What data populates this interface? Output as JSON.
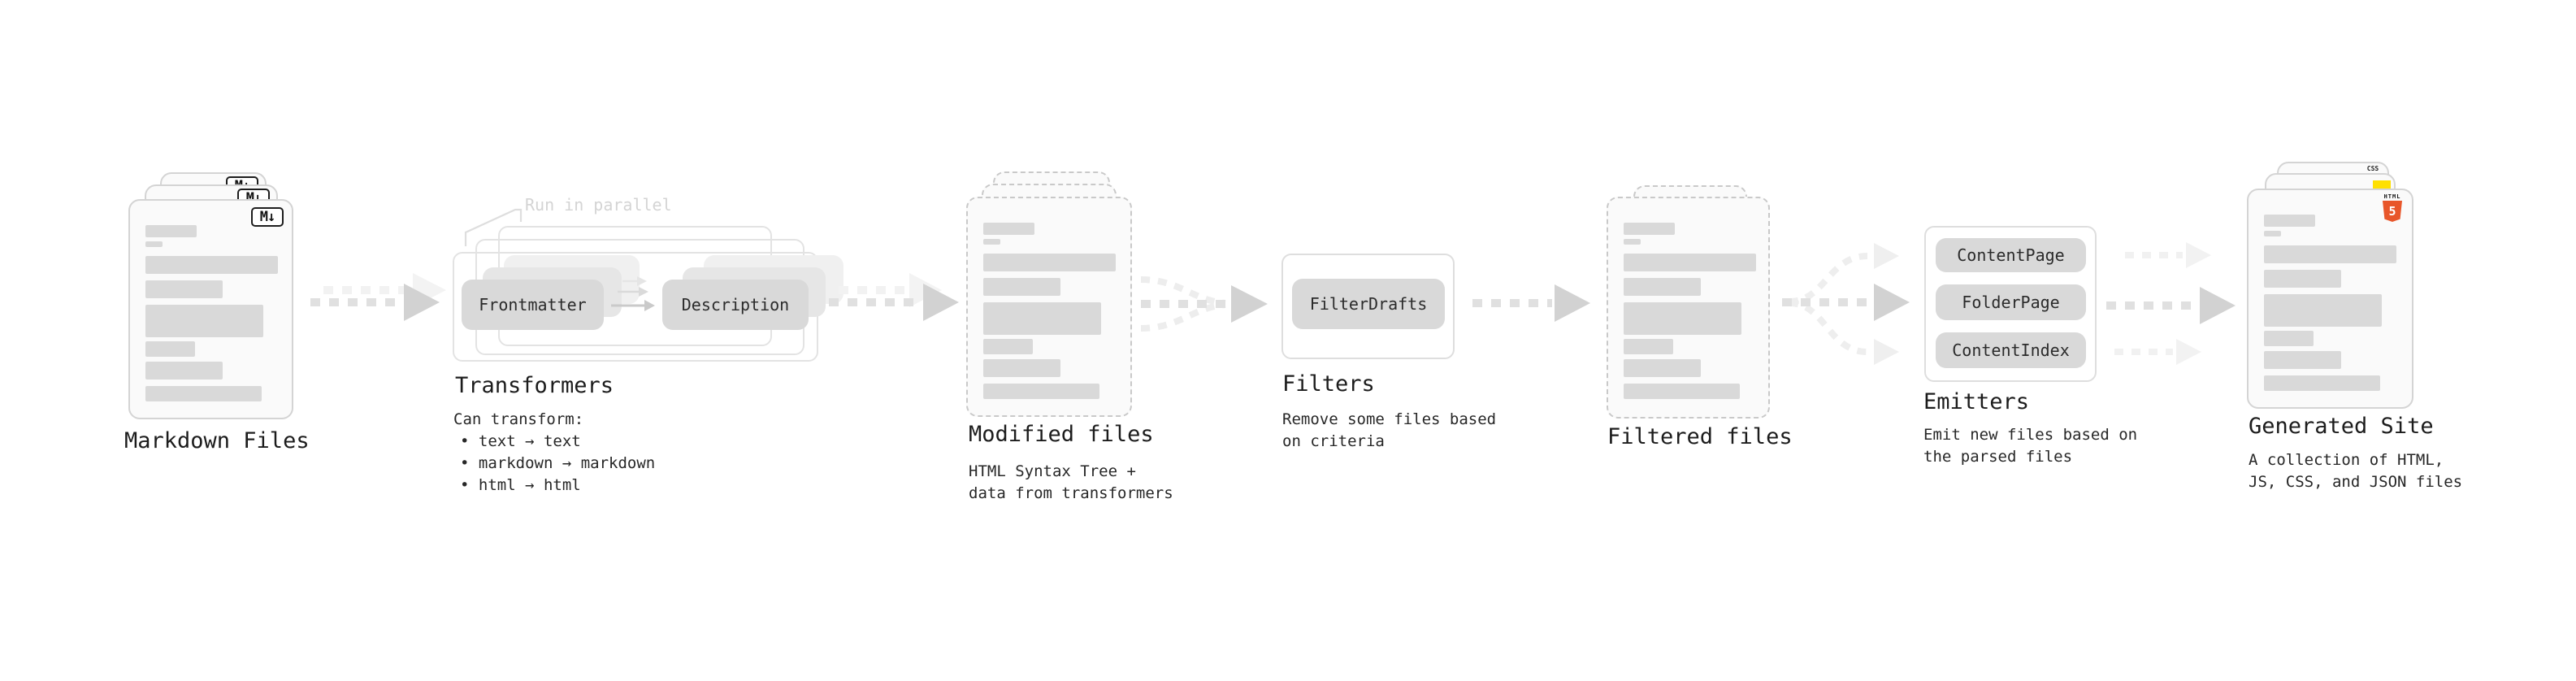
{
  "diagram": {
    "markdown_files": {
      "label": "Markdown Files",
      "badge": "M↓"
    },
    "transformers": {
      "label": "Transformers",
      "note": "Run in parallel",
      "pills": [
        "Frontmatter",
        "Description"
      ],
      "desc_title": "Can transform:",
      "bullets": [
        "• text → text",
        "• markdown → markdown",
        "• html → html"
      ]
    },
    "modified_files": {
      "label": "Modified files",
      "desc": "HTML Syntax Tree +\ndata from transformers"
    },
    "filters": {
      "label": "Filters",
      "pill": "FilterDrafts",
      "desc": "Remove some files based\non criteria"
    },
    "filtered_files": {
      "label": "Filtered files"
    },
    "emitters": {
      "label": "Emitters",
      "pills": [
        "ContentPage",
        "FolderPage",
        "ContentIndex"
      ],
      "desc": "Emit new files based on\nthe parsed files"
    },
    "generated_site": {
      "label": "Generated Site",
      "desc": "A collection of HTML,\nJS, CSS, and JSON files",
      "badges": {
        "html_label": "HTML",
        "html_number": "5",
        "css_label": "CSS"
      }
    },
    "colors": {
      "placeholder_bar": "#d9d9d9",
      "pill_gray": "#d9d9d9",
      "arrow_gray": "#d2d2d2",
      "html5_orange": "#e8562a",
      "js_yellow": "#ffe000",
      "css_blue": "#2b6de8"
    }
  }
}
